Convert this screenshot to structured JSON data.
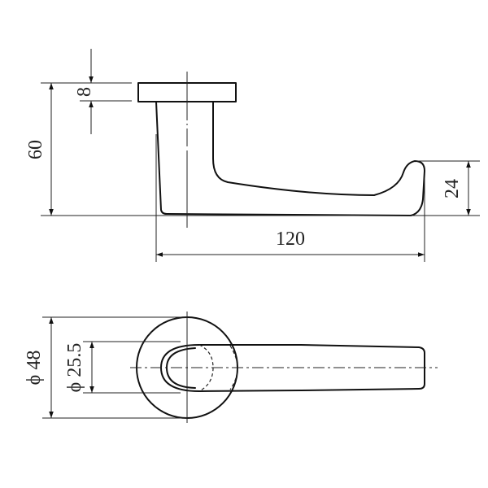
{
  "drawing": {
    "side_view": {
      "dim_rose_thickness": "8",
      "dim_height": "60",
      "dim_length": "120",
      "dim_tip_height": "24"
    },
    "top_view": {
      "dim_rose_diameter": "ϕ 48",
      "dim_neck_diameter": "ϕ 25.5"
    }
  }
}
